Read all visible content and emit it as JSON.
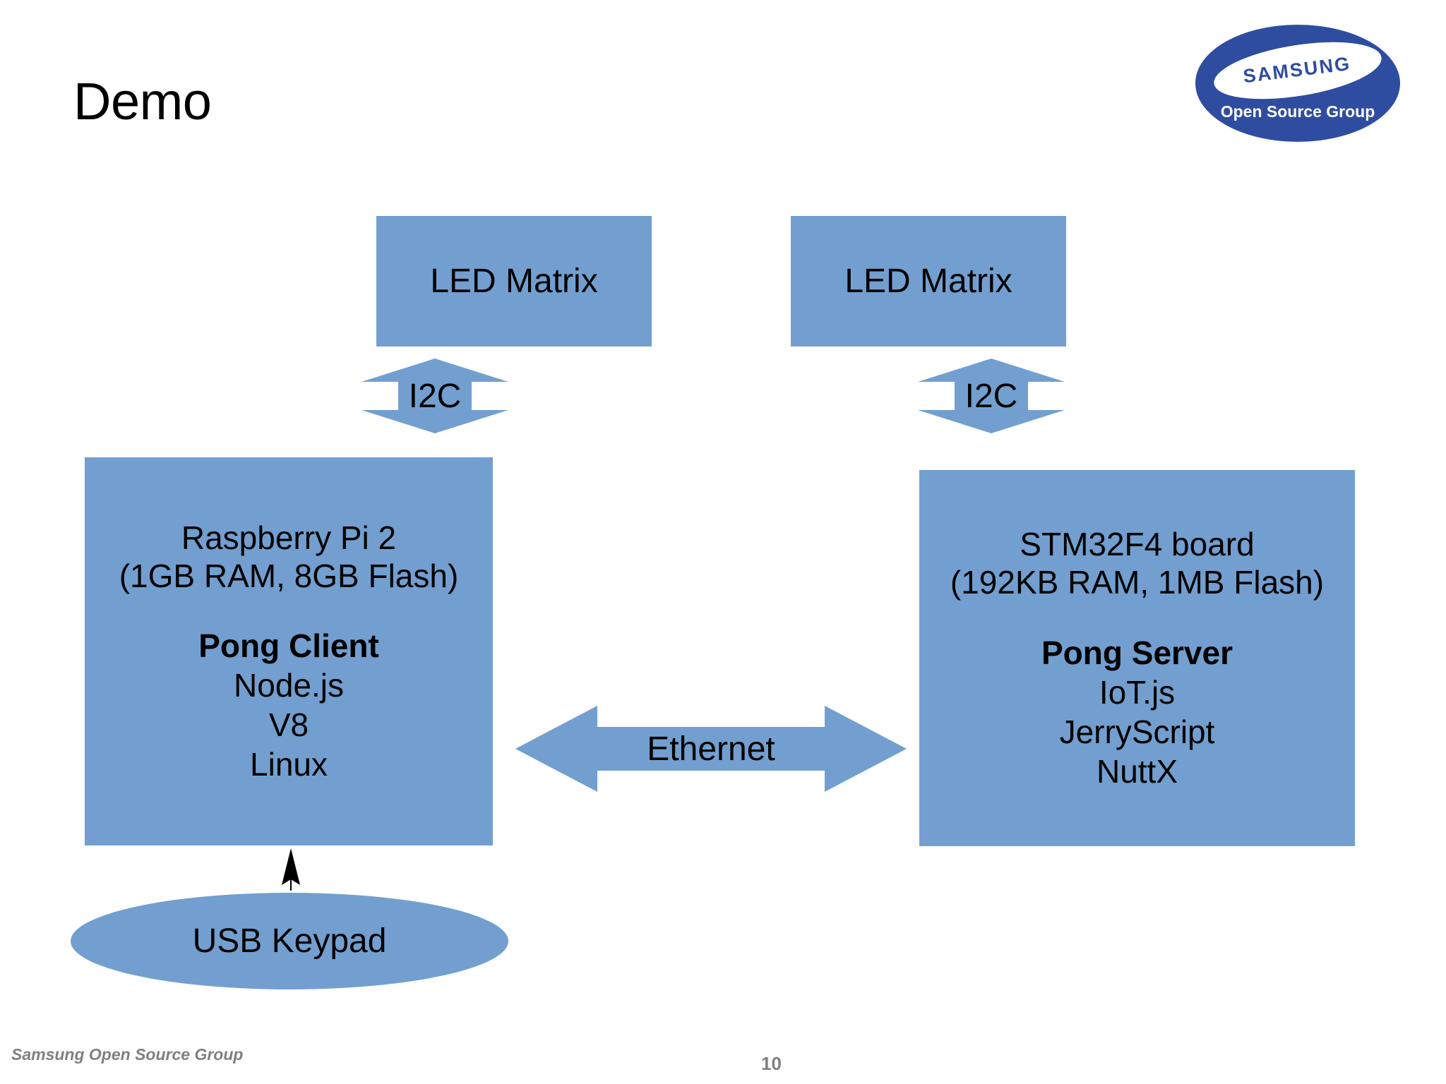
{
  "slide": {
    "title": "Demo",
    "page_number": "10",
    "footer": "Samsung Open Source Group",
    "colors": {
      "shape_fill": "#729fcf",
      "logo_blue": "#2f4da0",
      "text": "#000000",
      "footer_gray": "#808080",
      "background": "#ffffff"
    }
  },
  "logo": {
    "brand": "SAMSUNG",
    "subtitle": "Open Source Group"
  },
  "diagram": {
    "led_left": {
      "label": "LED Matrix"
    },
    "led_right": {
      "label": "LED Matrix"
    },
    "i2c_left": {
      "label": "I2C"
    },
    "i2c_right": {
      "label": "I2C"
    },
    "ethernet": {
      "label": "Ethernet"
    },
    "client": {
      "title_line1": "Raspberry Pi 2",
      "title_line2": "(1GB RAM, 8GB Flash)",
      "app": "Pong Client",
      "stack_line1": "Node.js",
      "stack_line2": "V8",
      "stack_line3": "Linux"
    },
    "server": {
      "title_line1": "STM32F4 board",
      "title_line2": "(192KB RAM, 1MB Flash)",
      "app": "Pong Server",
      "stack_line1": "IoT.js",
      "stack_line2": "JerryScript",
      "stack_line3": "NuttX"
    },
    "keypad": {
      "label": "USB Keypad"
    }
  }
}
